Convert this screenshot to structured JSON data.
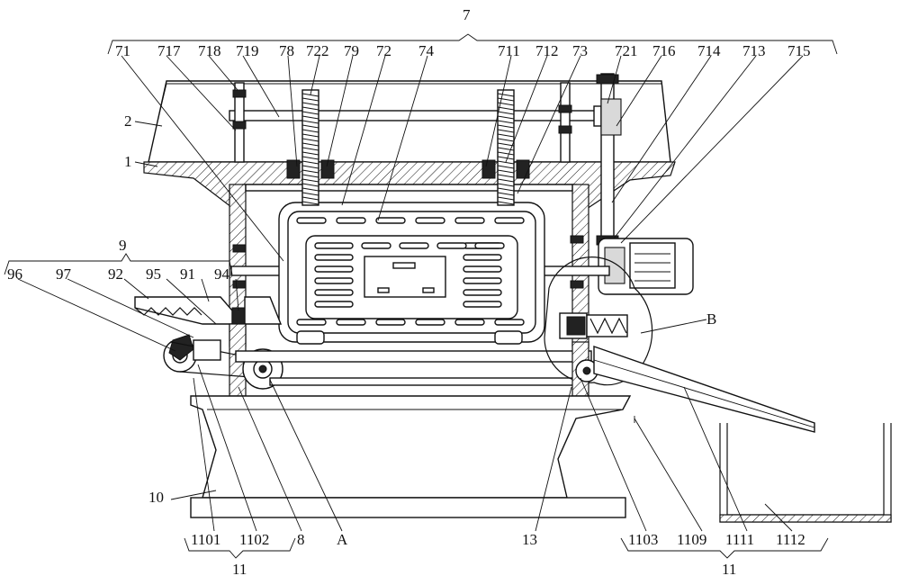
{
  "labels": {
    "top_group": "7",
    "l71": "71",
    "l717": "717",
    "l718": "718",
    "l719": "719",
    "l78": "78",
    "l722": "722",
    "l79": "79",
    "l72": "72",
    "l74": "74",
    "l711": "711",
    "l712": "712",
    "l73": "73",
    "l721": "721",
    "l716": "716",
    "l714": "714",
    "l713": "713",
    "l715": "715",
    "l2": "2",
    "l1": "1",
    "group9": "9",
    "l96": "96",
    "l97": "97",
    "l92": "92",
    "l95": "95",
    "l91": "91",
    "l94": "94",
    "lB": "B",
    "l10": "10",
    "l1101": "1101",
    "l1102": "1102",
    "l8": "8",
    "lA": "A",
    "l13": "13",
    "l1103": "1103",
    "l1109": "1109",
    "l1111": "1111",
    "l1112": "1112",
    "group11_left": "11",
    "group11_right": "11"
  }
}
